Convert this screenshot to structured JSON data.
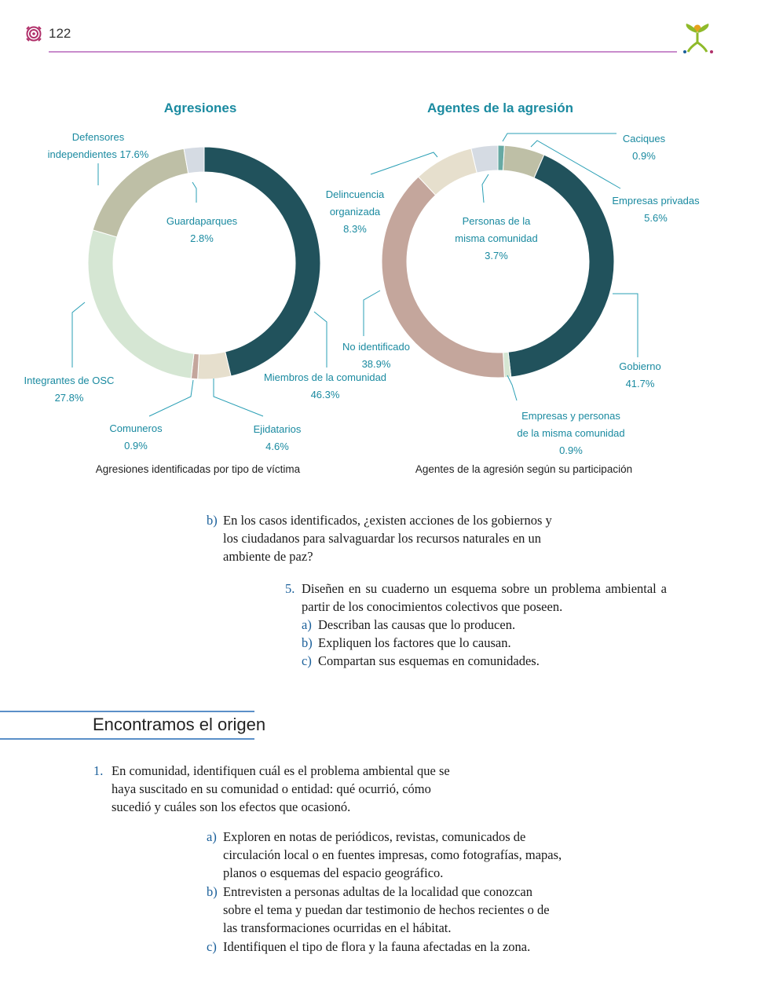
{
  "header": {
    "page_number": "122"
  },
  "charts": {
    "left": {
      "title": "Agresiones",
      "caption": "Agresiones identificadas por tipo de víctima",
      "labels": {
        "defensores_1": "Defensores",
        "defensores_2": "independientes 17.6%",
        "guardaparques_1": "Guardaparques",
        "guardaparques_2": "2.8%",
        "osc_1": "Integrantes de OSC",
        "osc_2": "27.8%",
        "miembros_1": "Miembros de la comunidad",
        "miembros_2": "46.3%",
        "comuneros_1": "Comuneros",
        "comuneros_2": "0.9%",
        "ejidatarios_1": "Ejidatarios",
        "ejidatarios_2": "4.6%"
      }
    },
    "right": {
      "title": "Agentes de la agresión",
      "caption": "Agentes de la agresión según su participación",
      "labels": {
        "caciques_1": "Caciques",
        "caciques_2": "0.9%",
        "empresas_1": "Empresas privadas",
        "empresas_2": "5.6%",
        "delincuencia_1": "Delincuencia",
        "delincuencia_2": "organizada",
        "delincuencia_3": "8.3%",
        "personas_1": "Personas de la",
        "personas_2": "misma comunidad",
        "personas_3": "3.7%",
        "noident_1": "No identificado",
        "noident_2": "38.9%",
        "gobierno_1": "Gobierno",
        "gobierno_2": "41.7%",
        "empper_1": "Empresas y personas",
        "empper_2": "de la misma comunidad",
        "empper_3": "0.9%"
      }
    }
  },
  "chart_data": [
    {
      "type": "pie",
      "title": "Agresiones",
      "caption": "Agresiones identificadas por tipo de víctima",
      "donut": true,
      "slices": [
        {
          "label": "Miembros de la comunidad",
          "value": 46.3,
          "color": "#21525c"
        },
        {
          "label": "Ejidatarios",
          "value": 4.6,
          "color": "#e6dfcd"
        },
        {
          "label": "Comuneros",
          "value": 0.9,
          "color": "#c4a69c"
        },
        {
          "label": "Integrantes de OSC",
          "value": 27.8,
          "color": "#d5e6d3"
        },
        {
          "label": "Defensores independientes",
          "value": 17.6,
          "color": "#bebfa6"
        },
        {
          "label": "Guardaparques",
          "value": 2.8,
          "color": "#d5dbe3"
        }
      ]
    },
    {
      "type": "pie",
      "title": "Agentes de la agresión",
      "caption": "Agentes de la agresión según su participación",
      "donut": true,
      "slices": [
        {
          "label": "Caciques",
          "value": 0.9,
          "color": "#67a9a3"
        },
        {
          "label": "Empresas privadas",
          "value": 5.6,
          "color": "#bebfa6"
        },
        {
          "label": "Gobierno",
          "value": 41.7,
          "color": "#21525c"
        },
        {
          "label": "Empresas y personas de la misma comunidad",
          "value": 0.9,
          "color": "#d5e6d3"
        },
        {
          "label": "No identificado",
          "value": 38.9,
          "color": "#c4a69c"
        },
        {
          "label": "Delincuencia organizada",
          "value": 8.3,
          "color": "#e6dfcd"
        },
        {
          "label": "Personas de la misma comunidad",
          "value": 3.7,
          "color": "#d5dbe3"
        }
      ]
    }
  ],
  "body": {
    "qb_marker": "b)",
    "qb_text": "En los casos identificados, ¿existen acciones de los gobiernos y los ciudadanos para salvaguardar los recursos naturales en un ambiente de paz?",
    "item5_marker": "5.",
    "item5_text": "Diseñen en su cuaderno un esquema sobre un problema ambiental a partir de los conocimientos colectivos que poseen.",
    "item5_a_marker": "a)",
    "item5_a": "Describan las causas que lo producen.",
    "item5_b_marker": "b)",
    "item5_b": "Expliquen los factores que lo causan.",
    "item5_c_marker": "c)",
    "item5_c": "Compartan sus esquemas en comunidades."
  },
  "section": {
    "title": "Encontramos el origen",
    "item1_marker": "1.",
    "item1_text": "En comunidad, identifiquen cuál es el problema ambiental que se haya suscitado en su comunidad o entidad: qué ocurrió, cómo sucedió y cuáles son los efectos que ocasionó.",
    "a_marker": "a)",
    "a_text": "Exploren en notas de periódicos, revistas, comunicados de circulación local o en fuentes impresas, como fotografías, mapas, planos o esquemas del espacio geográfico.",
    "b_marker": "b)",
    "b_text": "Entrevisten a personas adultas de la localidad que conozcan sobre el tema y puedan dar testimonio de hechos recientes o de las transformaciones ocurridas en el hábitat.",
    "c_marker": "c)",
    "c_text": "Identifiquen el tipo de flora y la fauna afectadas en la zona."
  },
  "colors": {
    "accent_teal": "#1a8aa0",
    "header_rule": "#c98ccc",
    "section_rule": "#5a8fc8",
    "marker_blue": "#1a5f9a"
  },
  "icons": [
    "flower-stamp-icon",
    "sprout-figure-icon"
  ]
}
